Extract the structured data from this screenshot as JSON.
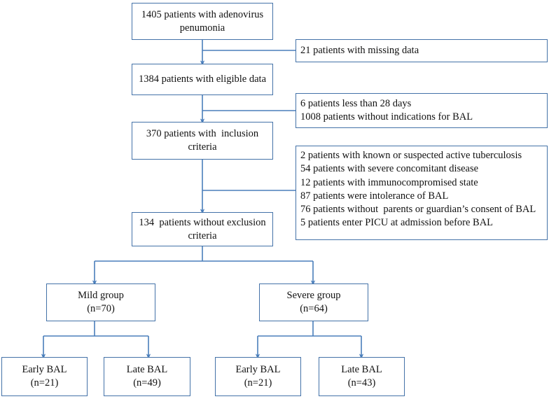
{
  "diagram": {
    "title": "Adenovirus pneumonia BAL study flow diagram",
    "accent_color": "#4472a8",
    "connector_color": "#4a7ebb",
    "background_color": "#ffffff",
    "text_color": "#111111"
  },
  "nodes": {
    "enrolled": "1405 patients with adenovirus penumonia",
    "missing_data": "21 patients with missing data",
    "eligible": "1384 patients with eligible data",
    "excluded_pre": "6 patients less than 28 days\n1008 patients without indications for BAL",
    "inclusion": "370 patients with  inclusion criteria",
    "excluded_criteria": "2 patients with known or suspected active tuberculosis\n54 patients with severe concomitant disease\n12 patients with immunocompromised state\n87 patients were intolerance of BAL\n76 patients without  parents or guardian’s consent of BAL\n5 patients enter PICU at admission before BAL",
    "without_exclusion": "134  patients without exclusion criteria",
    "mild_group": "Mild group\n(n=70)",
    "severe_group": "Severe group\n(n=64)",
    "mild_early": "Early BAL\n(n=21)",
    "mild_late": "Late BAL\n(n=49)",
    "severe_early": "Early BAL\n(n=21)",
    "severe_late": "Late BAL\n(n=43)"
  },
  "counts": {
    "enrolled": 1405,
    "missing_data": 21,
    "eligible": 1384,
    "less_than_28_days": 6,
    "no_bal_indication": 1008,
    "inclusion": 370,
    "tuberculosis": 2,
    "severe_concomitant_disease": 54,
    "immunocompromised": 12,
    "intolerance_of_bal": 87,
    "no_consent": 76,
    "picu_before_bal": 5,
    "without_exclusion": 134,
    "mild_group": 70,
    "severe_group": 64,
    "mild_early_bal": 21,
    "mild_late_bal": 49,
    "severe_early_bal": 21,
    "severe_late_bal": 43
  }
}
